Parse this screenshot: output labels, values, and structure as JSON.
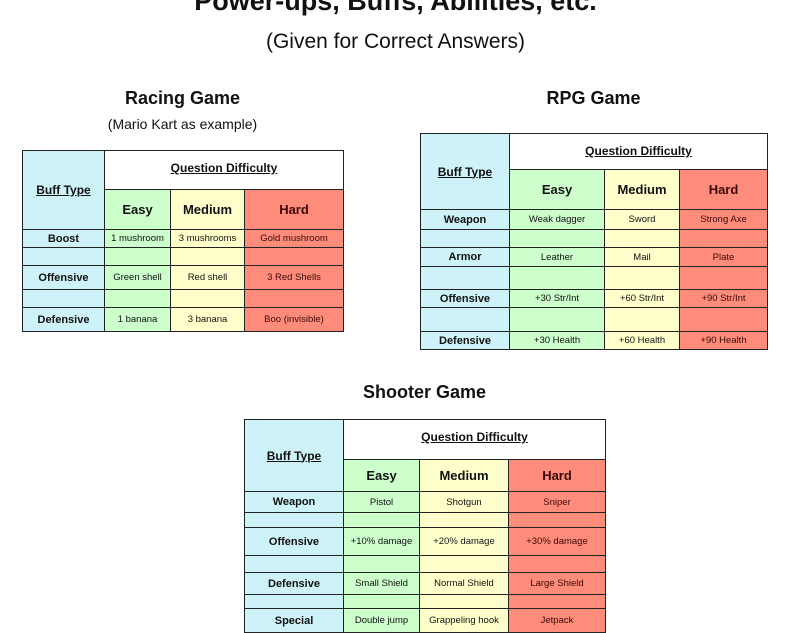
{
  "header": {
    "title": "Power-ups, Buffs, Abilities, etc.",
    "subtitle": "(Given for Correct Answers)"
  },
  "colors": {
    "buff_column": "#cdf3f8",
    "easy": "#ccffcc",
    "medium": "#ffffcc",
    "hard": "#ff8b7b"
  },
  "tables": [
    {
      "title": "Racing Game",
      "note": "(Mario Kart as example)",
      "buff_type_header": "Buff Type",
      "difficulty_header": "Question Difficulty",
      "levels": [
        "Easy",
        "Medium",
        "Hard"
      ],
      "rows": [
        {
          "label": "Boost",
          "values": [
            "1 mushroom",
            "3 mushrooms",
            "Gold mushroom"
          ]
        },
        {
          "label": "",
          "values": [
            "",
            "",
            ""
          ]
        },
        {
          "label": "Offensive",
          "values": [
            "Green shell",
            "Red shell",
            "3 Red Shells"
          ]
        },
        {
          "label": "",
          "values": [
            "",
            "",
            ""
          ]
        },
        {
          "label": "Defensive",
          "values": [
            "1 banana",
            "3 banana",
            "Boo (invisible)"
          ]
        }
      ]
    },
    {
      "title": "RPG Game",
      "note": "",
      "buff_type_header": "Buff Type",
      "difficulty_header": "Question Difficulty",
      "levels": [
        "Easy",
        "Medium",
        "Hard"
      ],
      "rows": [
        {
          "label": "Weapon",
          "values": [
            "Weak dagger",
            "Sword",
            "Strong Axe"
          ]
        },
        {
          "label": "",
          "values": [
            "",
            "",
            ""
          ]
        },
        {
          "label": "Armor",
          "values": [
            "Leather",
            "Mail",
            "Plate"
          ]
        },
        {
          "label": "",
          "values": [
            "",
            "",
            ""
          ]
        },
        {
          "label": "Offensive",
          "values": [
            "+30 Str/Int",
            "+60 Str/Int",
            "+90 Str/Int"
          ]
        },
        {
          "label": "",
          "values": [
            "",
            "",
            ""
          ]
        },
        {
          "label": "Defensive",
          "values": [
            "+30 Health",
            "+60 Health",
            "+90 Health"
          ]
        }
      ]
    },
    {
      "title": "Shooter Game",
      "note": "",
      "buff_type_header": "Buff Type",
      "difficulty_header": "Question Difficulty",
      "levels": [
        "Easy",
        "Medium",
        "Hard"
      ],
      "rows": [
        {
          "label": "Weapon",
          "values": [
            "Pistol",
            "Shotgun",
            "Sniper"
          ]
        },
        {
          "label": "",
          "values": [
            "",
            "",
            ""
          ]
        },
        {
          "label": "Offensive",
          "values": [
            "+10% damage",
            "+20% damage",
            "+30% damage"
          ]
        },
        {
          "label": "",
          "values": [
            "",
            "",
            ""
          ]
        },
        {
          "label": "Defensive",
          "values": [
            "Small Shield",
            "Normal Shield",
            "Large Shield"
          ]
        },
        {
          "label": "",
          "values": [
            "",
            "",
            ""
          ]
        },
        {
          "label": "Special",
          "values": [
            "Double jump",
            "Grappeling hook",
            "Jetpack"
          ]
        }
      ]
    }
  ]
}
